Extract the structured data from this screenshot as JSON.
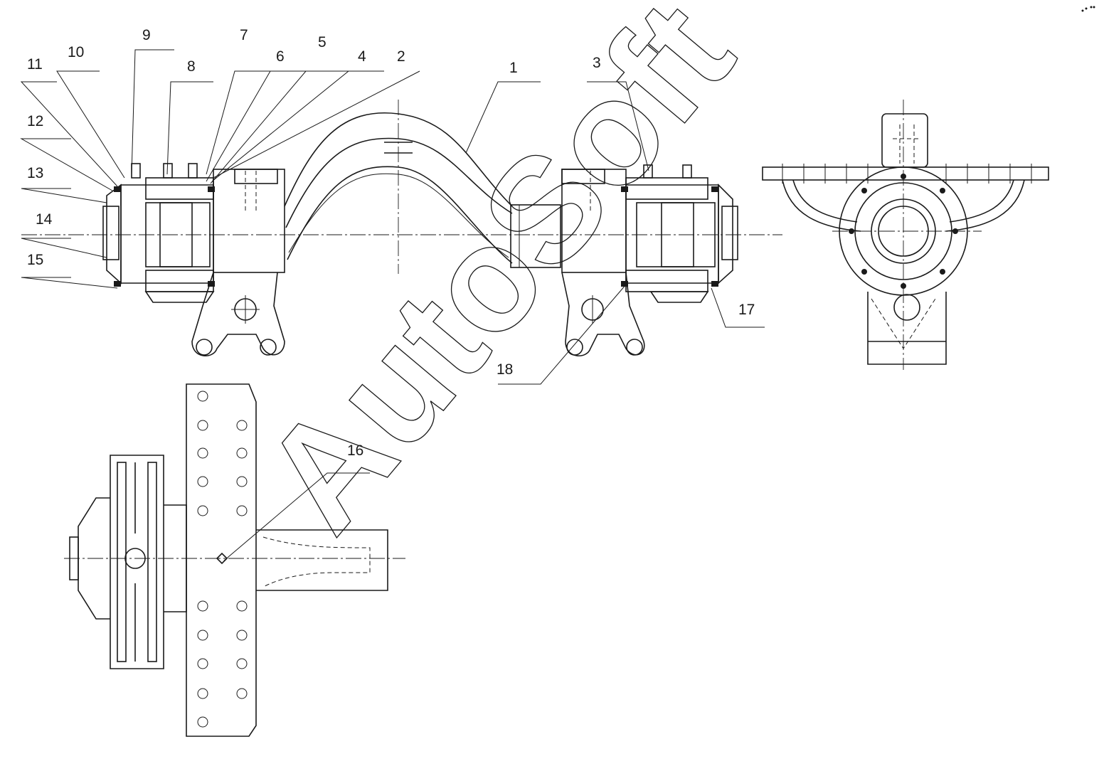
{
  "watermark": "AutoSoft",
  "callouts": [
    "1",
    "2",
    "3",
    "4",
    "5",
    "6",
    "7",
    "8",
    "9",
    "10",
    "11",
    "12",
    "13",
    "14",
    "15",
    "16",
    "17",
    "18"
  ]
}
